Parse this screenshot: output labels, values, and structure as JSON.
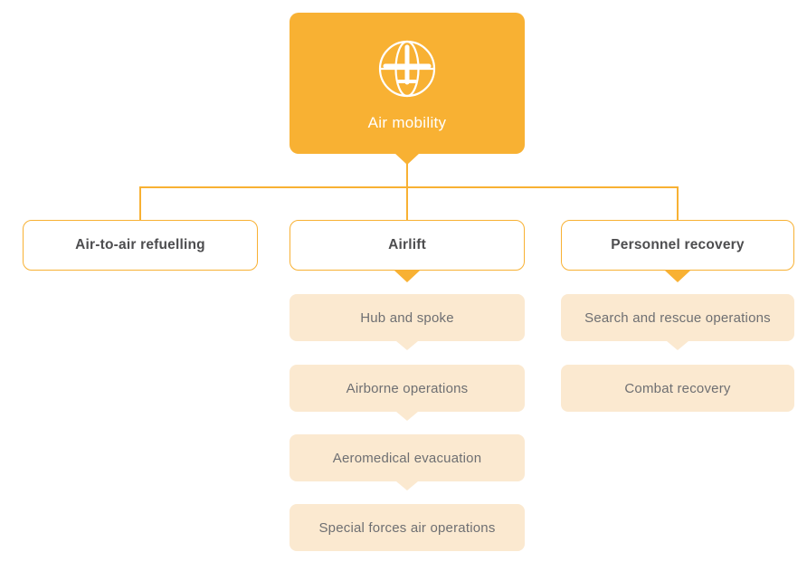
{
  "colors": {
    "accent": "#F8B133",
    "cream": "#FBE9D0",
    "root-text": "#FFFFFF",
    "branch-text": "#4D4D4F",
    "child-text": "#6E6F72",
    "bg": "#FFFFFF"
  },
  "root": {
    "label": "Air mobility",
    "icon": "globe-airplane-icon"
  },
  "branches": [
    {
      "label": "Air-to-air refuelling",
      "children": []
    },
    {
      "label": "Airlift",
      "children": [
        "Hub and spoke",
        "Airborne operations",
        "Aeromedical evacuation",
        "Special forces air operations"
      ]
    },
    {
      "label": "Personnel recovery",
      "children": [
        "Search and rescue operations",
        "Combat recovery"
      ]
    }
  ]
}
